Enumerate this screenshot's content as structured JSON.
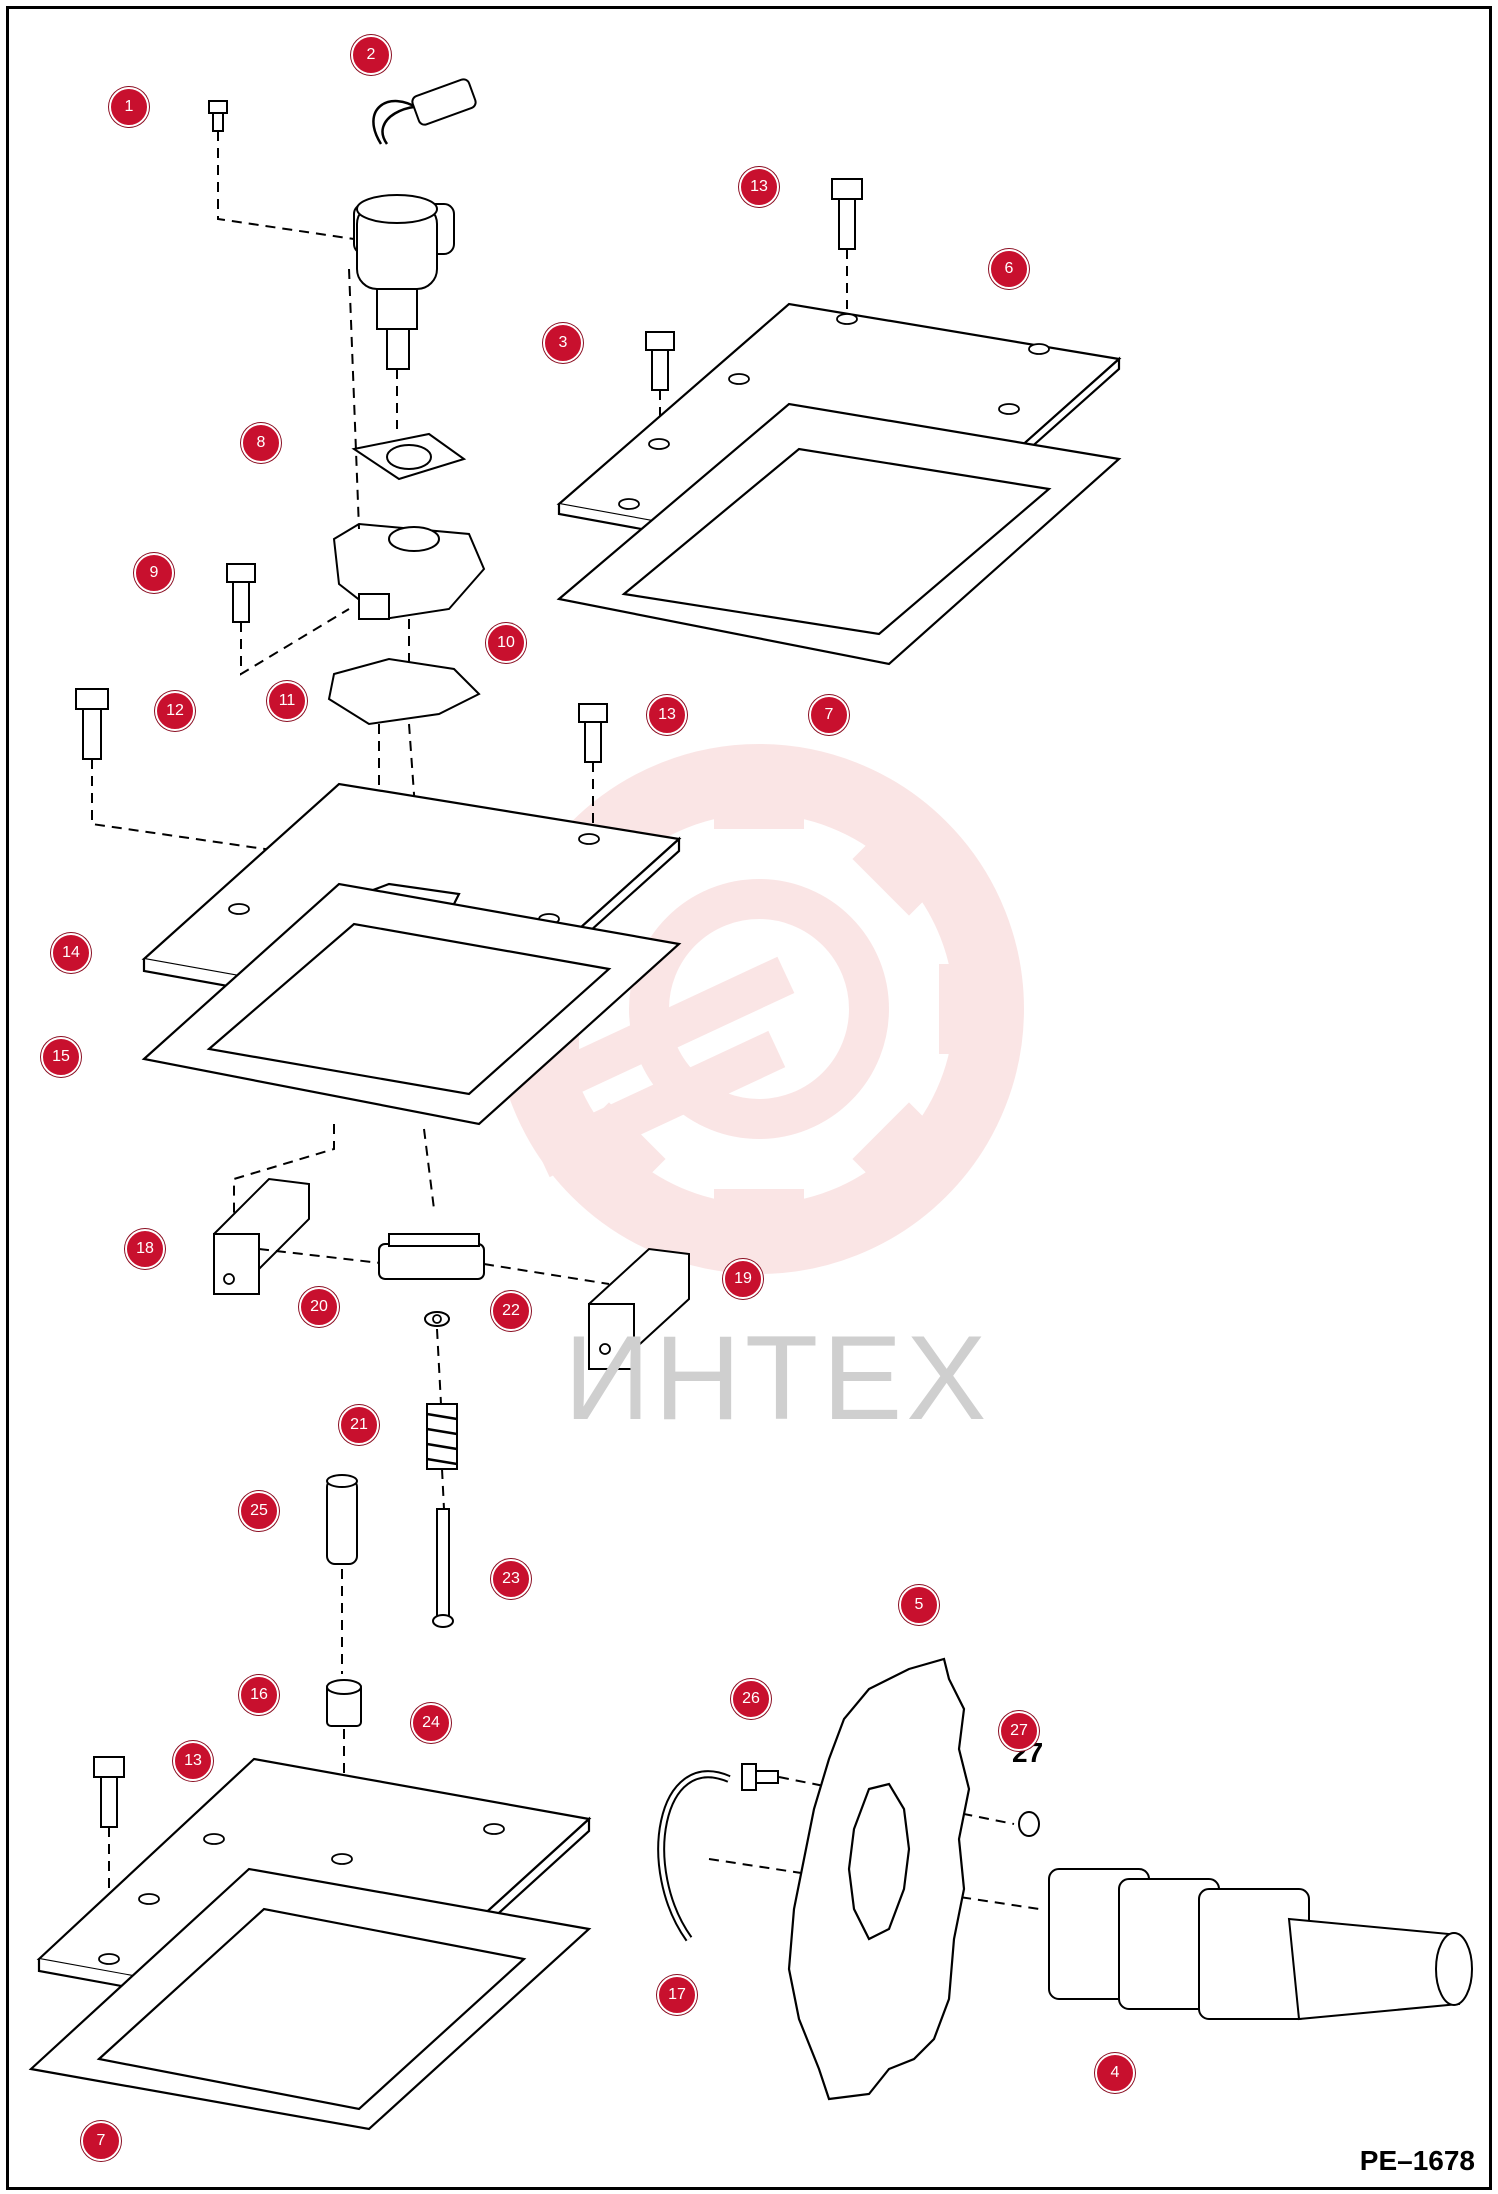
{
  "figure": {
    "id_label": "PE–1678"
  },
  "watermark": {
    "text": "ИНТЕХ",
    "icon": "gear-wrench-icon",
    "color": "#f2b7b7"
  },
  "colors": {
    "callout": "#c8102e",
    "line": "#000000"
  },
  "callouts": [
    {
      "num": "1"
    },
    {
      "num": "2"
    },
    {
      "num": "13"
    },
    {
      "num": "6"
    },
    {
      "num": "3"
    },
    {
      "num": "8"
    },
    {
      "num": "9"
    },
    {
      "num": "10"
    },
    {
      "num": "11"
    },
    {
      "num": "12"
    },
    {
      "num": "13"
    },
    {
      "num": "7"
    },
    {
      "num": "14"
    },
    {
      "num": "15"
    },
    {
      "num": "18"
    },
    {
      "num": "20"
    },
    {
      "num": "22"
    },
    {
      "num": "19"
    },
    {
      "num": "21"
    },
    {
      "num": "25"
    },
    {
      "num": "23"
    },
    {
      "num": "5"
    },
    {
      "num": "16"
    },
    {
      "num": "24"
    },
    {
      "num": "26"
    },
    {
      "num": "27"
    },
    {
      "num": "13"
    },
    {
      "num": "17"
    },
    {
      "num": "4"
    },
    {
      "num": "7"
    }
  ],
  "printed_label": {
    "text": "27"
  }
}
